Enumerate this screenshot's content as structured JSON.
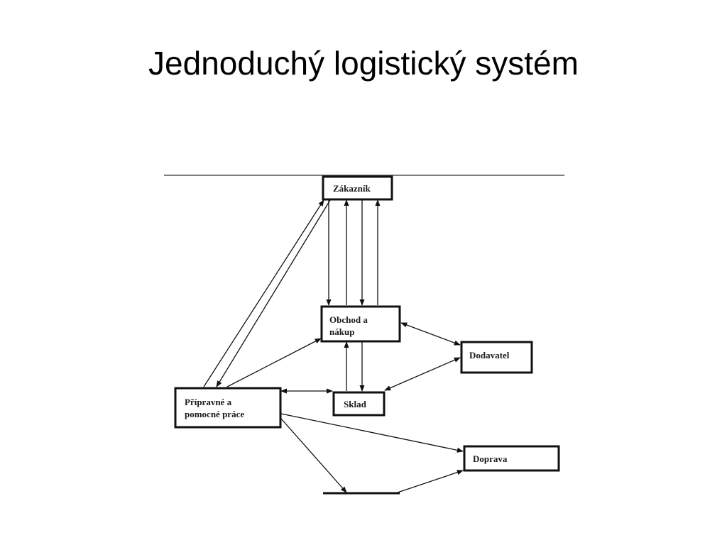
{
  "slide": {
    "title": "Jednoduchý logistický systém"
  },
  "diagram": {
    "nodes": [
      {
        "id": "zakaznik",
        "lines": [
          "Zákazník"
        ]
      },
      {
        "id": "obchod",
        "lines": [
          "Obchod a",
          "nákup"
        ]
      },
      {
        "id": "dodavatel",
        "lines": [
          "Dodavatel"
        ]
      },
      {
        "id": "pripravne",
        "lines": [
          "Přípravné a",
          "pomocné práce"
        ]
      },
      {
        "id": "sklad",
        "lines": [
          "Sklad"
        ]
      },
      {
        "id": "doprava",
        "lines": [
          "Doprava"
        ]
      }
    ],
    "colors": {
      "stroke": "#111111",
      "fill": "#ffffff"
    }
  }
}
